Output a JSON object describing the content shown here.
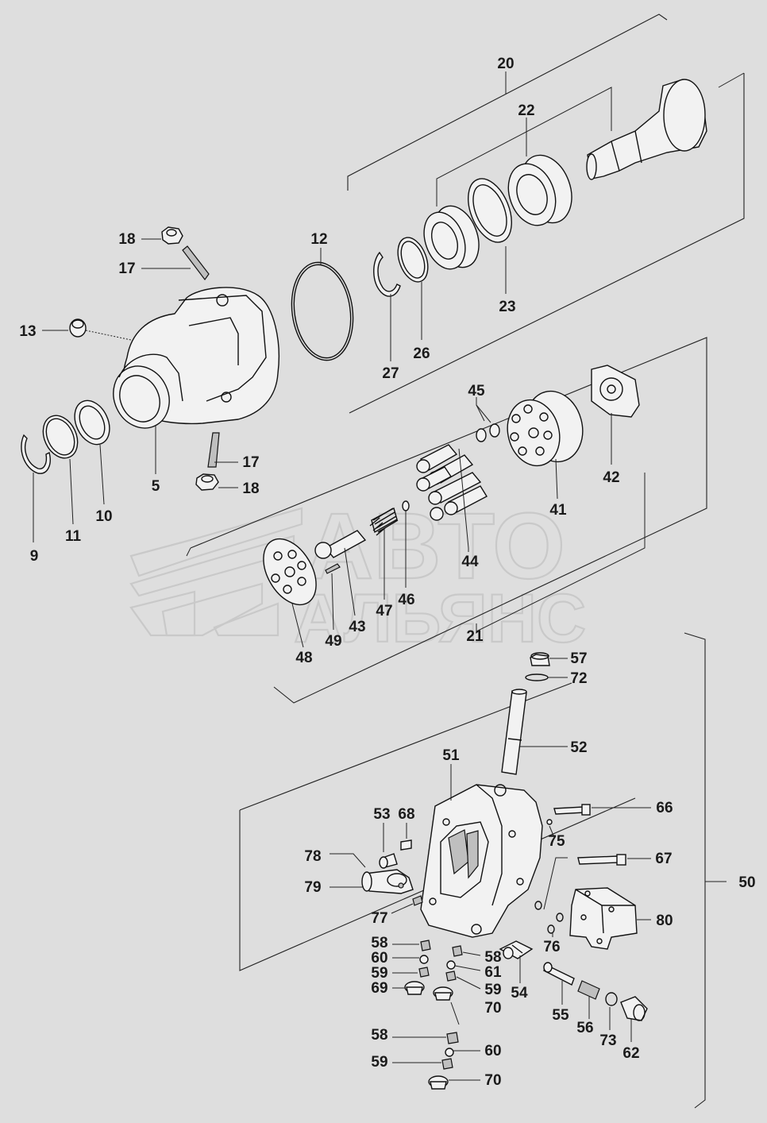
{
  "watermark": {
    "line1": "АВТО",
    "line2": "АЛЬЯНС"
  },
  "callouts": [
    "20",
    "22",
    "18",
    "12",
    "17",
    "13",
    "23",
    "27",
    "26",
    "45",
    "5",
    "9",
    "11",
    "10",
    "17",
    "18",
    "42",
    "41",
    "44",
    "46",
    "47",
    "43",
    "49",
    "21",
    "48",
    "57",
    "72",
    "52",
    "51",
    "53",
    "68",
    "66",
    "75",
    "78",
    "67",
    "50",
    "79",
    "77",
    "80",
    "76",
    "58",
    "60",
    "59",
    "69",
    "58",
    "61",
    "59",
    "54",
    "70",
    "55",
    "56",
    "73",
    "62",
    "58",
    "60",
    "59",
    "70"
  ]
}
